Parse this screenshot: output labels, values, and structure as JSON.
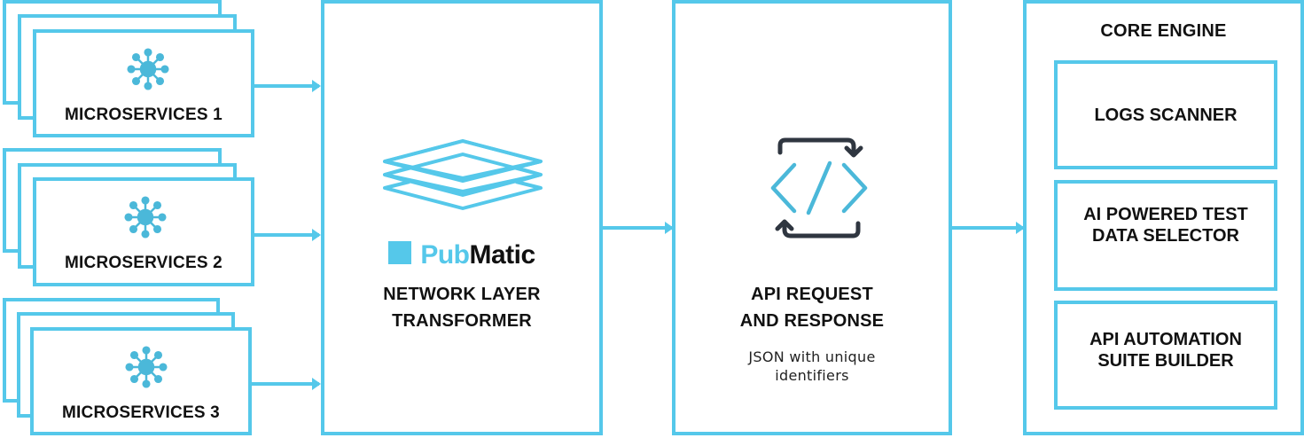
{
  "colors": {
    "accent": "#55c8ea",
    "text": "#111111",
    "icon_dark": "#2f3640"
  },
  "microservices": [
    {
      "label": "MICROSERVICES 1",
      "icon": "network-hub-icon"
    },
    {
      "label": "MICROSERVICES 2",
      "icon": "network-hub-icon"
    },
    {
      "label": "MICROSERVICES 3",
      "icon": "network-hub-icon"
    }
  ],
  "network_layer": {
    "icon": "layers-icon",
    "logo": {
      "mark": "square",
      "part1": "Pub",
      "part2": "Matic"
    },
    "title_line1": "NETWORK LAYER",
    "title_line2": "TRANSFORMER"
  },
  "api": {
    "icon": "code-sync-icon",
    "title_line1": "API REQUEST",
    "title_line2": "AND RESPONSE",
    "subtitle_line1": "JSON with unique",
    "subtitle_line2": "identifiers"
  },
  "core_engine": {
    "title": "CORE ENGINE",
    "modules": [
      {
        "line1": "LOGS SCANNER",
        "line2": ""
      },
      {
        "line1": "AI POWERED TEST",
        "line2": "DATA SELECTOR"
      },
      {
        "line1": "API AUTOMATION",
        "line2": "SUITE BUILDER"
      }
    ]
  }
}
